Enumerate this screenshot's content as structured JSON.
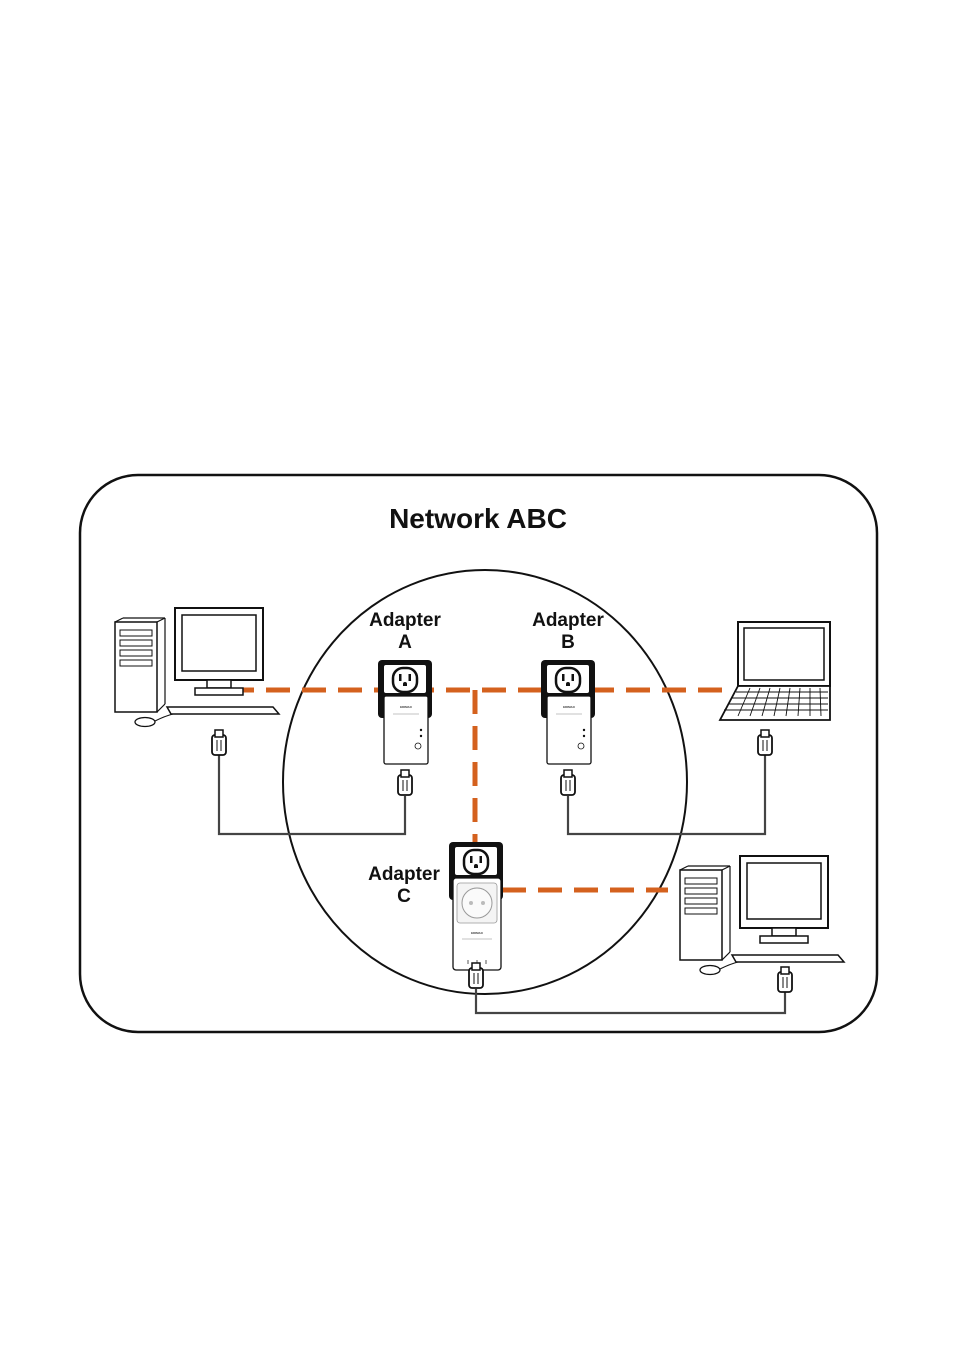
{
  "diagram": {
    "title": "Network ABC",
    "adapters": [
      {
        "id": "A",
        "label_line1": "Adapter",
        "label_line2": "A"
      },
      {
        "id": "B",
        "label_line1": "Adapter",
        "label_line2": "B"
      },
      {
        "id": "C",
        "label_line1": "Adapter",
        "label_line2": "C"
      }
    ],
    "brand_text": "EDIMAX",
    "colors": {
      "powerline_link": "#d4611e",
      "outline": "#111111",
      "ethernet_cable": "#444444"
    },
    "devices": [
      {
        "type": "desktop-computer",
        "connected_to": "A"
      },
      {
        "type": "laptop",
        "connected_to": "B"
      },
      {
        "type": "desktop-computer",
        "connected_to": "C"
      }
    ]
  }
}
